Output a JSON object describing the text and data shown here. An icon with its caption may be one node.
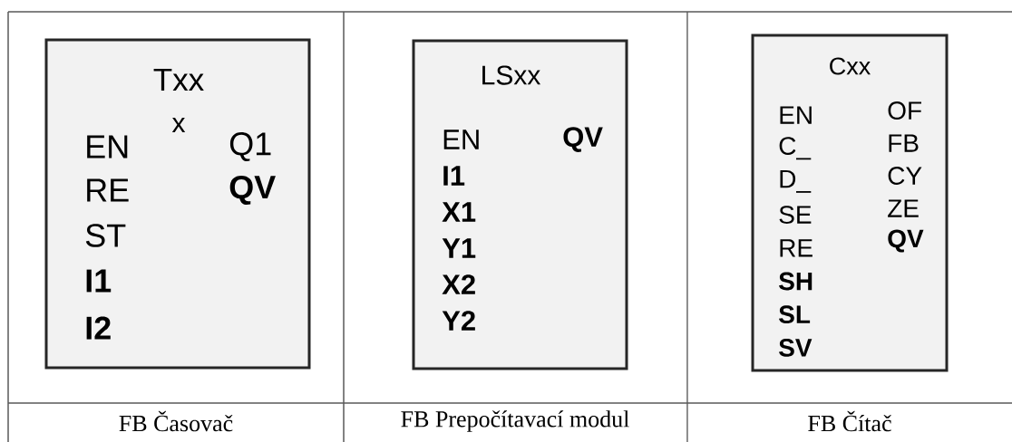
{
  "diagram": {
    "nodes": [
      {
        "text": [
          "Txx",
          "x",
          "EN",
          "Q1",
          "RE",
          "QV",
          "ST",
          "I1",
          "I2"
        ]
      },
      {
        "text": [
          "LSxx",
          "EN",
          "QV",
          "I1",
          "X1",
          "Y1",
          "X2",
          "Y2"
        ]
      },
      {
        "text": [
          "Cxx",
          "EN",
          "OF",
          "C_",
          "FB",
          "D_",
          "CY",
          "SE",
          "ZE",
          "RE",
          "QV",
          "SH",
          "SL",
          "SV"
        ]
      }
    ],
    "labels": [
      "FB Časovač",
      "FB Prepočítavací modul",
      "FB Čítač"
    ]
  }
}
